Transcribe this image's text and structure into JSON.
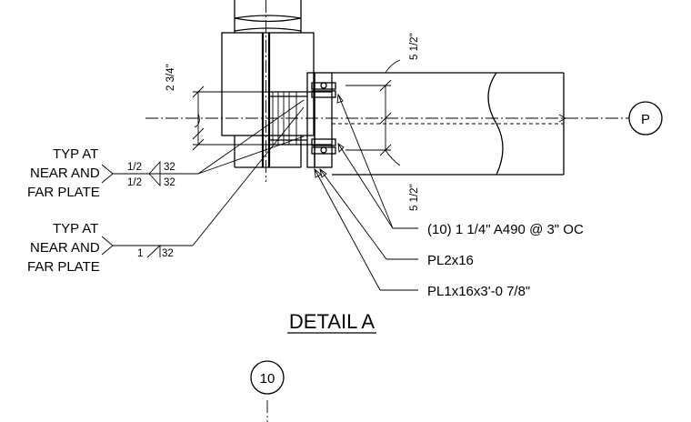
{
  "callouts": {
    "bolts": "(10) 1 1/4\" A490 @ 3\" OC",
    "plate_small": "PL2x16",
    "plate_large": "PL1x16x3'-0 7/8\""
  },
  "dimensions": {
    "left_gauge": "2 3/4\"",
    "top_edge": "5 1/2\"",
    "bottom_edge": "5 1/2\""
  },
  "weld_notes": [
    {
      "line1": "TYP AT",
      "line2": "NEAR AND",
      "line3": "FAR PLATE",
      "size_top": "1/2",
      "size_bottom": "1/2",
      "len_top": "32",
      "len_bottom": "32"
    },
    {
      "line1": "TYP AT",
      "line2": "NEAR AND",
      "line3": "FAR PLATE",
      "size": "1",
      "len": "32"
    }
  ],
  "grid_markers": {
    "right": "P",
    "bottom": "10"
  },
  "detail_title": "DETAIL A"
}
